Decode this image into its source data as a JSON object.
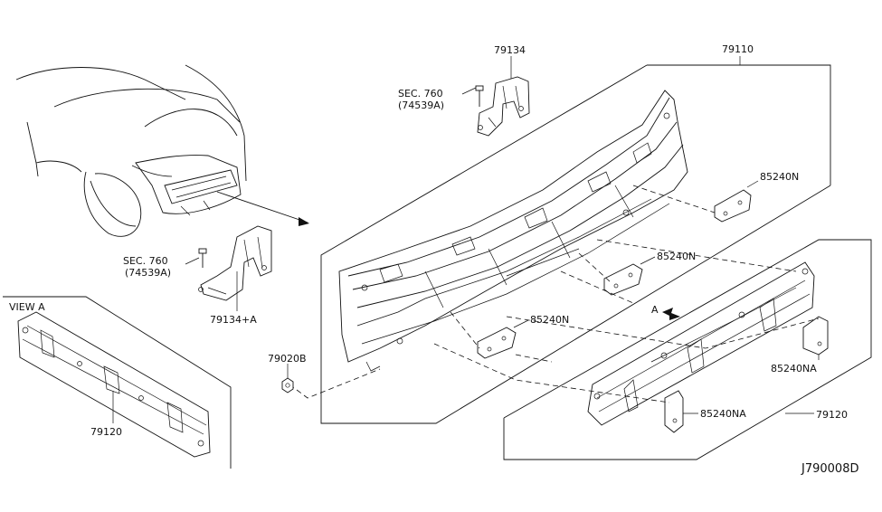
{
  "labels": {
    "part_79134": "79134",
    "part_79110": "79110",
    "sec_760_top": "SEC. 760",
    "sec_ref_top": "(74539A)",
    "part_85240N_right": "85240N",
    "part_85240N_mid": "85240N",
    "part_85240N_low": "85240N",
    "sec_760_mid": "SEC. 760",
    "sec_ref_mid": "(74539A)",
    "part_79134A": "79134+A",
    "view_a": "VIEW A",
    "arrow_a": "A",
    "part_79020B": "79020B",
    "part_79120_view": "79120",
    "part_79120_main": "79120",
    "part_85240NA_right": "85240NA",
    "part_85240NA_low": "85240NA",
    "diagram_id": "J790008D"
  }
}
